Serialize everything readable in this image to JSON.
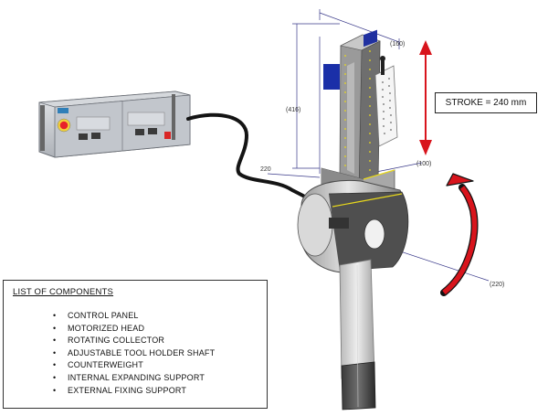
{
  "dimensions": {
    "top_width": "(160)",
    "height": "(416)",
    "left": "220",
    "right": "(100)",
    "bottom": "(220)"
  },
  "stroke_label": "STROKE = 240 mm",
  "components": {
    "title": "LIST OF COMPONENTS",
    "items": [
      "CONTROL PANEL",
      "MOTORIZED HEAD",
      "ROTATING COLLECTOR",
      "ADJUSTABLE TOOL HOLDER SHAFT",
      "COUNTERWEIGHT",
      "INTERNAL EXPANDING SUPPORT",
      "EXTERNAL FIXING SUPPORT"
    ]
  },
  "colors": {
    "arrow_red": "#d8141c",
    "dimension_line": "#3a3a8a",
    "machine_grey": "#8c8c8c",
    "accent_yellow": "#e8d81c",
    "panel_red": "#e8222a"
  }
}
